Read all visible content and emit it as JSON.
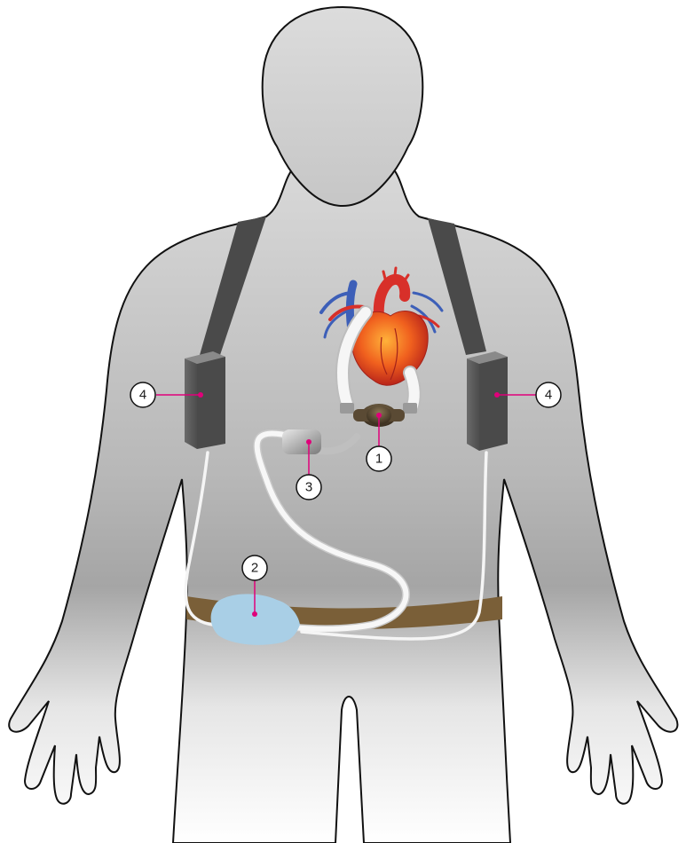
{
  "colors": {
    "body_fill_top": "#d6d6d6",
    "body_fill_mid": "#a9a9a9",
    "body_fill_bottom": "#ffffff",
    "outline": "#111111",
    "harness": "#4a4a4a",
    "battery_front": "#5f5f5f",
    "battery_side": "#3f3f3f",
    "battery_top": "#8a8a8a",
    "belt": "#7a5f38",
    "controller": "#a9cfe6",
    "cable": "#f4f4f4",
    "pump": "#5a4a34",
    "heart": "#e9541e",
    "aorta": "#d8302a",
    "veins": "#3d5fb8",
    "leader_dot": "#e0007a"
  },
  "callouts": [
    {
      "id": "pump",
      "label": "1",
      "icon": "pump-icon"
    },
    {
      "id": "controller",
      "label": "2",
      "icon": "controller-icon"
    },
    {
      "id": "cannula-connector",
      "label": "3",
      "icon": "connector-icon"
    },
    {
      "id": "battery-left",
      "label": "4",
      "icon": "battery-icon"
    },
    {
      "id": "battery-right",
      "label": "4",
      "icon": "battery-icon"
    }
  ]
}
